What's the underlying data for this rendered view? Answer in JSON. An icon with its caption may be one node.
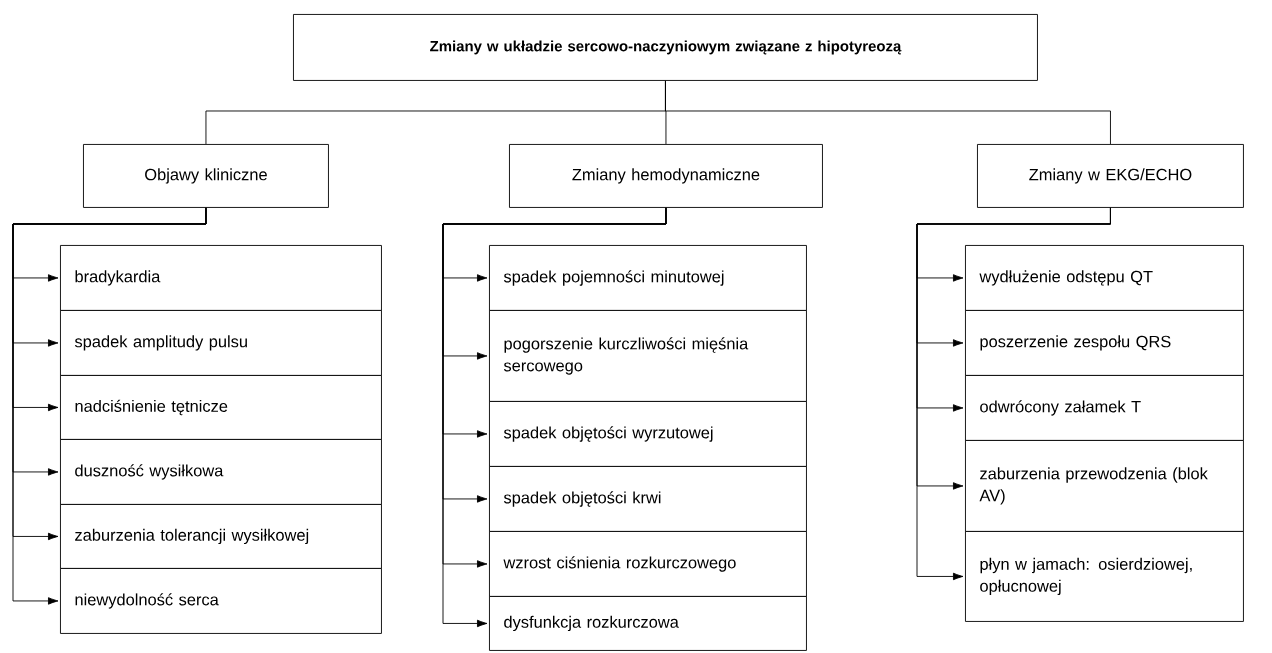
{
  "diagram": {
    "nodes": [
      {
        "text": [
          "Zmiany w układzie sercowo-naczyniowym związane z hipotyreozą"
        ]
      },
      {
        "text": [
          "Objawy kliniczne"
        ]
      },
      {
        "text": [
          "Zmiany hemodynamiczne"
        ]
      },
      {
        "text": [
          "Zmiany w EKG/ECHO"
        ]
      },
      {
        "text": [
          "bradykardia"
        ]
      },
      {
        "text": [
          "spadek amplitudy pulsu"
        ]
      },
      {
        "text": [
          "nadciśnienie tętnicze"
        ]
      },
      {
        "text": [
          "duszność wysiłkowa"
        ]
      },
      {
        "text": [
          "zaburzenia tolerancji wysiłkowej"
        ]
      },
      {
        "text": [
          "niewydolność serca"
        ]
      },
      {
        "text": [
          "spadek pojemności minutowej"
        ]
      },
      {
        "text": [
          "pogorszenie kurczliwości mięśnia sercowego"
        ]
      },
      {
        "text": [
          "spadek objętości wyrzutowej"
        ]
      },
      {
        "text": [
          "spadek objętości krwi"
        ]
      },
      {
        "text": [
          "wzrost ciśnienia rozkurczowego"
        ]
      },
      {
        "text": [
          "dysfunkcja rozkurczowa"
        ]
      },
      {
        "text": [
          "wydłużenie odstępu QT"
        ]
      },
      {
        "text": [
          "poszerzenie zespołu QRS"
        ]
      },
      {
        "text": [
          "odwrócony załamek T"
        ]
      },
      {
        "text": [
          "zaburzenia przewodzenia (blok AV)"
        ]
      },
      {
        "text": [
          "płyn w jamach: osierdziowej, opłucnowej"
        ]
      }
    ],
    "edges": [
      {
        "from": 0,
        "to": 1,
        "arrow": "none"
      },
      {
        "from": 0,
        "to": 2,
        "arrow": "none"
      },
      {
        "from": 0,
        "to": 3,
        "arrow": "none"
      },
      {
        "from": 1,
        "to": 4,
        "arrow": "to"
      },
      {
        "from": 1,
        "to": 5,
        "arrow": "to"
      },
      {
        "from": 1,
        "to": 6,
        "arrow": "to"
      },
      {
        "from": 1,
        "to": 7,
        "arrow": "to"
      },
      {
        "from": 1,
        "to": 8,
        "arrow": "to"
      },
      {
        "from": 1,
        "to": 9,
        "arrow": "to"
      },
      {
        "from": 2,
        "to": 10,
        "arrow": "to"
      },
      {
        "from": 2,
        "to": 11,
        "arrow": "to"
      },
      {
        "from": 2,
        "to": 12,
        "arrow": "to"
      },
      {
        "from": 2,
        "to": 13,
        "arrow": "to"
      },
      {
        "from": 2,
        "to": 14,
        "arrow": "to"
      },
      {
        "from": 2,
        "to": 15,
        "arrow": "to"
      },
      {
        "from": 3,
        "to": 16,
        "arrow": "to"
      },
      {
        "from": 3,
        "to": 17,
        "arrow": "to"
      },
      {
        "from": 3,
        "to": 18,
        "arrow": "to"
      },
      {
        "from": 3,
        "to": 19,
        "arrow": "to"
      },
      {
        "from": 3,
        "to": 20,
        "arrow": "to"
      }
    ]
  }
}
